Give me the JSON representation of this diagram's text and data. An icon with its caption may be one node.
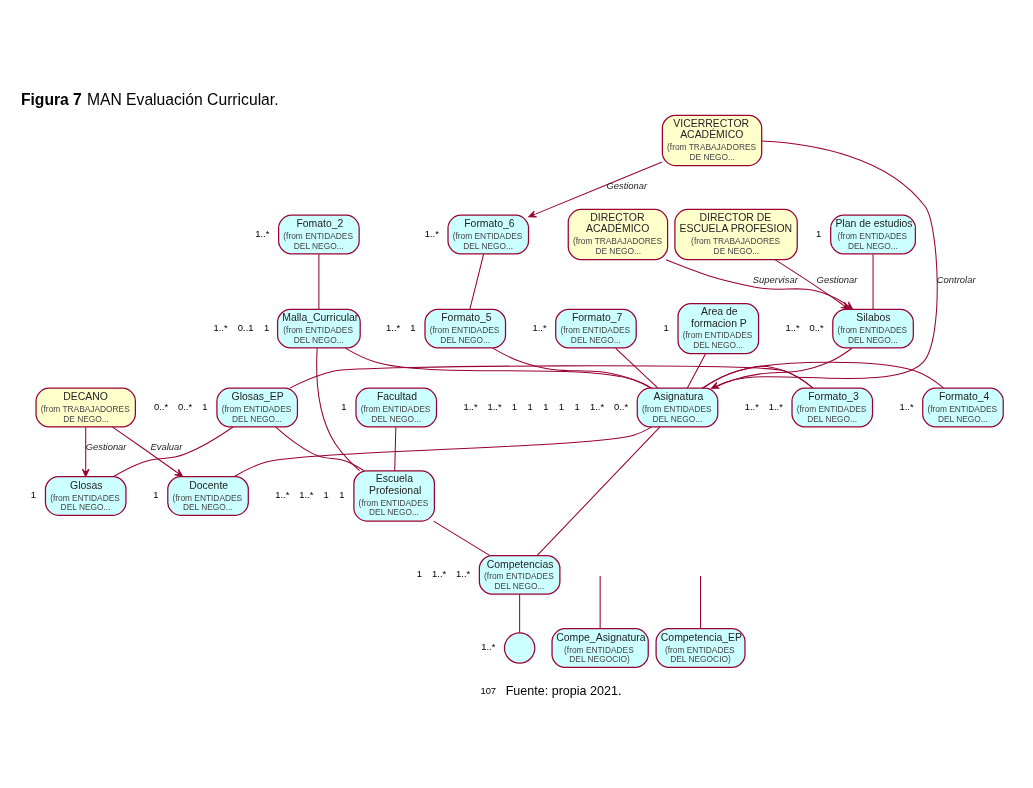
{
  "diagram": {
    "title": "**Figura 7** MAN Evaluación Curricular.",
    "caption": "Fuente: propia 2021.",
    "nodes": [
      {
        "text": [
          "VICERRECTOR ACADÉMICO",
          "(from TRABAJADORES DE NEGO..."
        ]
      },
      {
        "text": [
          "Formato_6",
          "(from ENTIDADES DEL NEGO..."
        ]
      },
      {
        "text": [
          "DIRECTOR DE ESCUELA PROFESION",
          "(from TRABAJADORES DE NEGO..."
        ]
      },
      {
        "text": [
          "Fomato_2",
          "(from ENTIDADES DEL NEGO..."
        ]
      },
      {
        "text": [
          "Formato_5",
          "(from ENTIDADES DEL NEGO..."
        ]
      },
      {
        "text": [
          "Plan de estudios",
          "(from ENTIDADES DEL NEGO..."
        ]
      },
      {
        "text": [
          "Malla_Curricular",
          "(from ENTIDADES DEL NEGO..."
        ]
      },
      {
        "text": [
          "Formato_7",
          "(from ENTIDADES DEL NEGO..."
        ]
      },
      {
        "text": [
          "Area de formacion P",
          "(from ENTIDADES DEL NEGO..."
        ]
      },
      {
        "text": [
          "DIRECTOR ACADÉMICO",
          "(from TRABAJADORES DE NEGO..."
        ]
      },
      {
        "text": [
          "Silabos",
          "(from ENTIDADES DEL NEGO..."
        ]
      },
      {
        "text": [
          "Facultad",
          "(from ENTIDADES DEL NEGO..."
        ]
      },
      {
        "text": [
          "Glosas_EP",
          "(from ENTIDADES DEL NEGO..."
        ]
      },
      {
        "text": [
          "Formato_3",
          "(from ENTIDADES DEL NEGO..."
        ]
      },
      {
        "text": [
          "Asignatura",
          "(from ENTIDADES DEL NEGO..."
        ]
      },
      {
        "text": [
          "Formato_4",
          "(from ENTIDADES DEL NEGO..."
        ]
      },
      {
        "text": [
          "Escuela Profesional",
          "(from ENTIDADES DEL NEGO..."
        ]
      },
      {
        "text": [
          "Glosas",
          "(from ENTIDADES DEL NEGO..."
        ]
      },
      {
        "text": [
          "Compe_Asignatura",
          "(from ENTIDADES DEL NEGOCIO)"
        ]
      },
      {
        "text": [
          "Docente",
          "(from ENTIDADES DEL NEGO..."
        ]
      },
      {
        "text": [
          "Competencia_EP",
          "(from ENTIDADES DEL NEGOCIO)"
        ]
      },
      {
        "text": [
          "Competencias",
          "(from ENTIDADES DEL NEGO..."
        ]
      },
      {
        "text": [
          "DECANO",
          "(from TRABAJADORES DE NEGO..."
        ]
      },
      {
        "text": [],
        "shape": "circle"
      }
    ],
    "edges": [
      {
        "from": 0,
        "to": 1,
        "arrow": "to",
        "label": "Gestionar"
      },
      {
        "from": 1,
        "to": 4,
        "arrow": "none"
      },
      {
        "from": 0,
        "to": 14,
        "arrow": "to",
        "label": "Controlar"
      },
      {
        "from": 3,
        "to": 6,
        "arrow": "none"
      },
      {
        "from": 4,
        "to": 14,
        "arrow": "none"
      },
      {
        "from": 5,
        "to": 10,
        "arrow": "none"
      },
      {
        "from": 2,
        "to": 10,
        "arrow": "to",
        "label": "Gestionar"
      },
      {
        "from": 6,
        "to": 14,
        "arrow": "none"
      },
      {
        "from": 6,
        "to": 16,
        "arrow": "none"
      },
      {
        "from": 7,
        "to": 14,
        "arrow": "none"
      },
      {
        "from": 8,
        "to": 14,
        "arrow": "none"
      },
      {
        "from": 9,
        "to": 10,
        "arrow": "to",
        "label": "Supervisar"
      },
      {
        "from": 10,
        "to": 14,
        "arrow": "none"
      },
      {
        "from": 11,
        "to": 16,
        "arrow": "none"
      },
      {
        "from": 12,
        "to": 13,
        "arrow": "none"
      },
      {
        "from": 12,
        "to": 16,
        "arrow": "none"
      },
      {
        "from": 12,
        "to": 17,
        "arrow": "none"
      },
      {
        "from": 13,
        "to": 14,
        "arrow": "none"
      },
      {
        "from": 14,
        "to": 15,
        "arrow": "none"
      },
      {
        "from": 14,
        "to": 19,
        "arrow": "none"
      },
      {
        "from": 14,
        "to": 21,
        "arrow": "none"
      },
      {
        "from": null,
        "to": 18,
        "arrow": "none"
      },
      {
        "from": 16,
        "to": 21,
        "arrow": "none"
      },
      {
        "from": null,
        "to": 20,
        "arrow": "none"
      },
      {
        "from": 22,
        "to": 17,
        "arrow": "to",
        "label": "Gestionar"
      },
      {
        "from": 22,
        "to": 19,
        "arrow": "to",
        "label": "Evaluar"
      },
      {
        "from": 21,
        "to": 23,
        "arrow": "none"
      }
    ],
    "labels": [
      "1..*",
      "1",
      "1",
      "1..*",
      "1",
      "1..*",
      "0..1",
      "1..*",
      "1",
      "0..*",
      "1..*",
      "0..*",
      "1..*",
      "1",
      "1",
      "1",
      "1..*",
      "1",
      "1",
      "0..*",
      "0..*",
      "1..*",
      "1..*",
      "1",
      "1..*",
      "1..*",
      "1..*",
      "1",
      "1",
      "1",
      "1",
      "1",
      "1..*",
      "1..*",
      "1..*",
      "1..*",
      "1",
      "1..*",
      "107"
    ]
  }
}
